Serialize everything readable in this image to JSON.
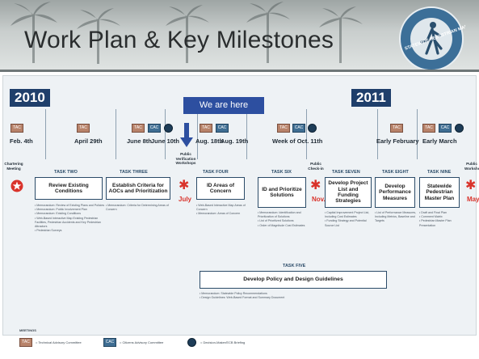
{
  "title": "Work Plan & Key Milestones",
  "logo_text": "STATEWIDE PEDESTRIAN MASTER PLAN",
  "callout": "We are here",
  "years": [
    "2010",
    "2011"
  ],
  "meeting_tags": {
    "tac": "TAC",
    "cac": "CAC"
  },
  "dates": [
    "Feb. 4th",
    "April 29th",
    "June 8th",
    "June 10th",
    "Aug. 18th",
    "Aug. 19th",
    "Week of Oct. 11th",
    "Early February",
    "Early March"
  ],
  "side_notes": {
    "chartering": "Chartering Meeting",
    "public_verification": "Public Verification Workshops",
    "public_checkin": "Public Check-in",
    "public_workshop": "Public Workshops"
  },
  "months": {
    "july": "July",
    "nov": "Nov.",
    "may": "May"
  },
  "tasks": [
    {
      "label": "TASK TWO",
      "box": "Review Existing Conditions",
      "bullets": [
        "• Memorandum: Review of Existing Plans and Policies",
        "• Memorandum: Public Involvement Plan",
        "• Memorandum: Existing Conditions",
        "• Web-Based Interactive Map Existing Pedestrian Facilities, Pedestrian Accidents and Key Pedestrian Attractors",
        "• Pedestrian Surveys"
      ]
    },
    {
      "label": "TASK THREE",
      "box": "Establish Criteria for AOCs and Prioritization",
      "bullets": [
        "• Memorandum: Criteria for Determining Areas of Concern"
      ]
    },
    {
      "label": "TASK FOUR",
      "box": "ID Areas of Concern",
      "bullets": [
        "• Web-Based Interactive Map Areas of Concern",
        "• Memorandum: Areas of Concern"
      ]
    },
    {
      "label": "TASK SIX",
      "box": "ID and Prioritize Solutions",
      "bullets": [
        "• Memorandum: Identification and Prioritization of Solutions",
        "• List of Prioritized Solutions",
        "• Order of Magnitude Cost Estimates"
      ]
    },
    {
      "label": "TASK SEVEN",
      "box": "Develop Project List and Funding Strategies",
      "bullets": [
        "• Capital Improvement Project List, Including Cost Estimates",
        "• Funding Strategy and Potential Source List"
      ]
    },
    {
      "label": "TASK EIGHT",
      "box": "Develop Performance Measures",
      "bullets": [
        "• List of Performance Measures, Including Metrics, Baseline and Targets"
      ]
    },
    {
      "label": "TASK NINE",
      "box": "Statewide Pedestrian Master Plan",
      "bullets": [
        "• Draft and Final Plan",
        "• Comment Matrix",
        "• Pedestrian Master Plan Presentation"
      ]
    }
  ],
  "task_five": {
    "label": "TASK FIVE",
    "box": "Develop Policy and Design Guidelines",
    "bullets": [
      "• Memorandum: Statewide Policy Recommendations",
      "• Design Guidelines: Web-Based Format and Summary Document"
    ]
  },
  "legend": {
    "heading": "MEETINGS",
    "tac": "= Technical Advisory Committee",
    "cac": "= Citizens Advisory Committee",
    "dot": "= Decision-Maker/ECB Briefing"
  },
  "colors": {
    "navy": "#1f3f6b",
    "tac": "#b8836a",
    "cac": "#3f6e93",
    "accent_red": "#d9332b",
    "callout": "#2d4fa0"
  }
}
